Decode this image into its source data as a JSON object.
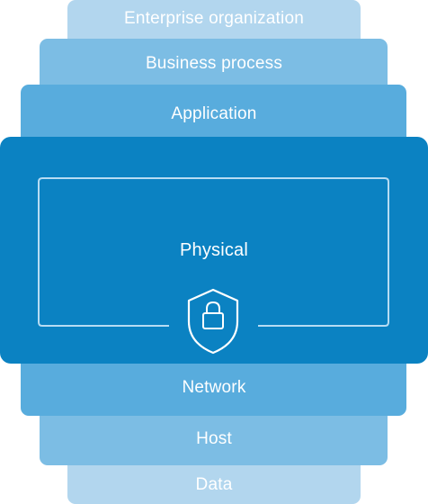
{
  "layers": {
    "enterprise": "Enterprise organization",
    "business": "Business process",
    "application": "Application",
    "physical": "Physical",
    "network": "Network",
    "host": "Host",
    "data": "Data"
  },
  "icons": {
    "center": "shield-lock-icon"
  },
  "colors": {
    "outermost": "#b2d6ee",
    "second": "#7cbde4",
    "third": "#58acdd",
    "core": "#0b82c2",
    "text": "#ffffff"
  }
}
